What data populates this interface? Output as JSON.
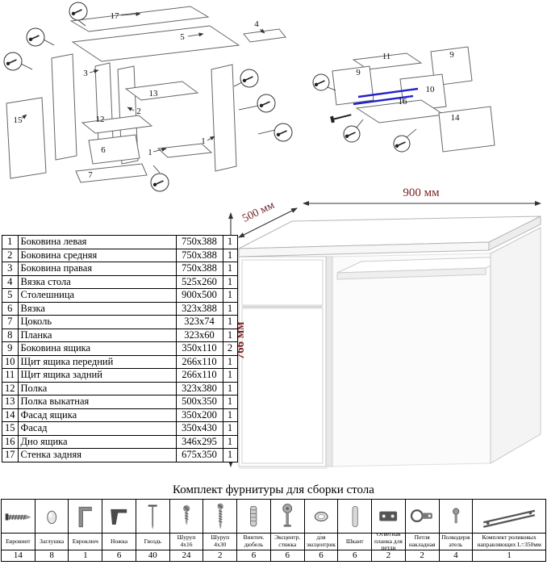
{
  "colors": {
    "dimension_text": "#7a2222",
    "slide_highlight": "#2222cc"
  },
  "exploded_left": {
    "labels": [
      "17",
      "5",
      "4",
      "3",
      "13",
      "12",
      "2",
      "6",
      "15",
      "7",
      "1",
      "1"
    ]
  },
  "exploded_right": {
    "labels": [
      "11",
      "9",
      "9",
      "10",
      "16",
      "14"
    ]
  },
  "desk": {
    "width": "900 мм",
    "depth": "500 мм",
    "height": "766 мм"
  },
  "parts": {
    "rows": [
      {
        "num": "1",
        "name": "Боковина левая",
        "size": "750x388",
        "qty": "1"
      },
      {
        "num": "2",
        "name": "Боковина средняя",
        "size": "750x388",
        "qty": "1"
      },
      {
        "num": "3",
        "name": "Боковина правая",
        "size": "750x388",
        "qty": "1"
      },
      {
        "num": "4",
        "name": "Вязка стола",
        "size": "525x260",
        "qty": "1"
      },
      {
        "num": "5",
        "name": "Столешница",
        "size": "900x500",
        "qty": "1"
      },
      {
        "num": "6",
        "name": "Вязка",
        "size": "323x388",
        "qty": "1"
      },
      {
        "num": "7",
        "name": "Цоколь",
        "size": "323x74",
        "qty": "1"
      },
      {
        "num": "8",
        "name": "Планка",
        "size": "323x60",
        "qty": "1"
      },
      {
        "num": "9",
        "name": "Боковина ящика",
        "size": "350x110",
        "qty": "2"
      },
      {
        "num": "10",
        "name": "Щит ящика передний",
        "size": "266x110",
        "qty": "1"
      },
      {
        "num": "11",
        "name": "Щит ящика задний",
        "size": "266x110",
        "qty": "1"
      },
      {
        "num": "12",
        "name": "Полка",
        "size": "323x380",
        "qty": "1"
      },
      {
        "num": "13",
        "name": "Полка выкатная",
        "size": "500x350",
        "qty": "1"
      },
      {
        "num": "14",
        "name": "Фасад ящика",
        "size": "350x200",
        "qty": "1"
      },
      {
        "num": "15",
        "name": "Фасад",
        "size": "350x430",
        "qty": "1"
      },
      {
        "num": "16",
        "name": "Дно ящика",
        "size": "346x295",
        "qty": "1"
      },
      {
        "num": "17",
        "name": "Стенка задняя",
        "size": "675x350",
        "qty": "1"
      }
    ]
  },
  "hardware": {
    "title": "Комплект фурнитуры для сборки стола",
    "items": [
      {
        "name": "Евровинт",
        "qty": "14",
        "icon": "confirmat-screw-icon"
      },
      {
        "name": "Заглушка",
        "qty": "8",
        "icon": "screw-cap-icon"
      },
      {
        "name": "Евроключ",
        "qty": "1",
        "icon": "hex-key-icon"
      },
      {
        "name": "Ножка",
        "qty": "6",
        "icon": "furniture-leg-icon"
      },
      {
        "name": "Гвоздь",
        "qty": "40",
        "icon": "nail-icon"
      },
      {
        "name": "Шуруп 4х16",
        "qty": "24",
        "icon": "screw-short-icon"
      },
      {
        "name": "Шуруп 4х30",
        "qty": "2",
        "icon": "screw-long-icon"
      },
      {
        "name": "Винтич. дюбель",
        "qty": "6",
        "icon": "plastic-dowel-icon"
      },
      {
        "name": "Эксцентр. стяжка",
        "qty": "6",
        "icon": "cam-bolt-icon"
      },
      {
        "name": "Заглушка для эксцентрика",
        "qty": "6",
        "icon": "cam-cover-cap-icon"
      },
      {
        "name": "Шкант",
        "qty": "6",
        "icon": "wooden-dowel-icon"
      },
      {
        "name": "Ответная планка для петли",
        "qty": "2",
        "icon": "hinge-mounting-plate-icon"
      },
      {
        "name": "Петля накладная",
        "qty": "2",
        "icon": "overlay-hinge-icon"
      },
      {
        "name": "Полкодержатель",
        "qty": "4",
        "icon": "shelf-support-icon"
      },
      {
        "name": "Комплект роликовых направляющих L=350мм",
        "qty": "1",
        "icon": "roller-slides-icon"
      }
    ]
  }
}
